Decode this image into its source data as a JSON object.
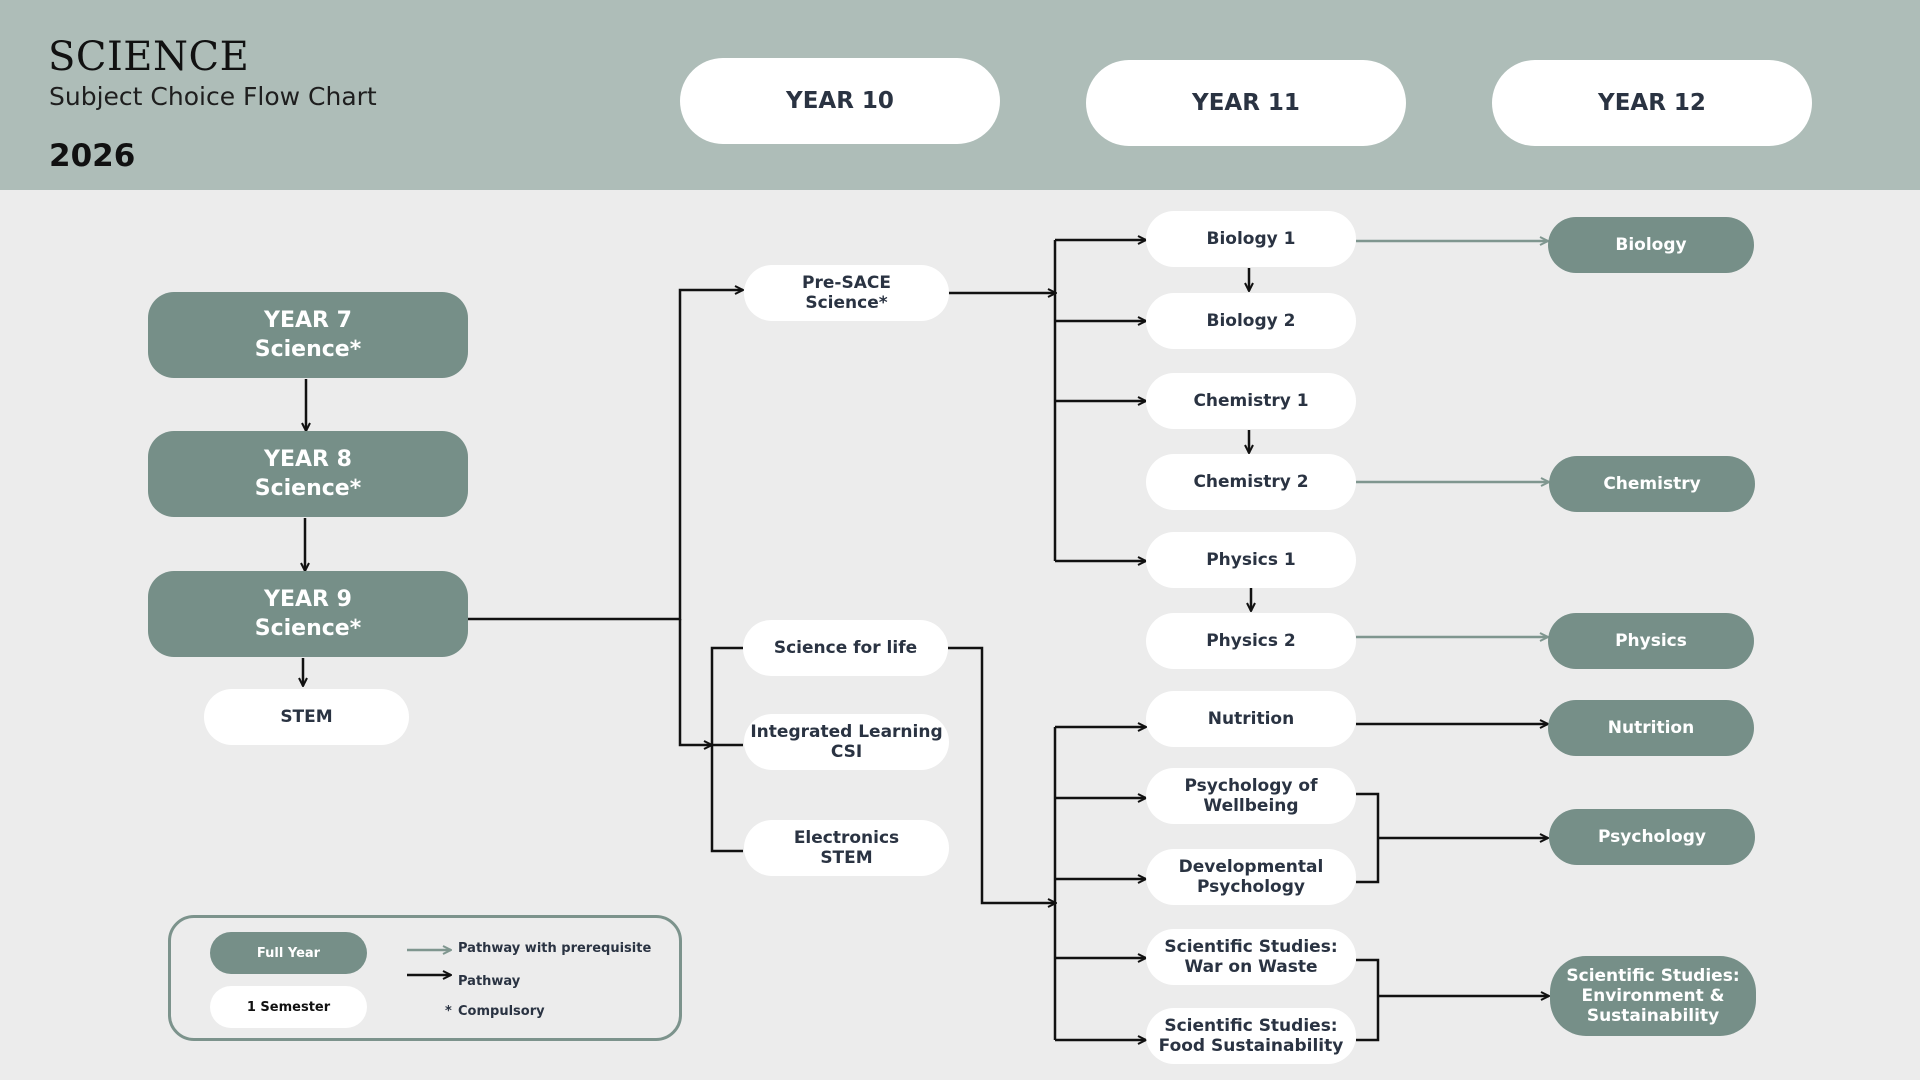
{
  "header": {
    "title": "SCIENCE",
    "subtitle": "Subject Choice Flow Chart",
    "year": "2026"
  },
  "columns": [
    "YEAR 10",
    "YEAR 11",
    "YEAR 12"
  ],
  "junior": [
    {
      "label": "YEAR 7\nScience*"
    },
    {
      "label": "YEAR 8\nScience*"
    },
    {
      "label": "YEAR 9\nScience*"
    },
    {
      "label": "STEM"
    }
  ],
  "year10": [
    {
      "label": "Pre-SACE\nScience*"
    },
    {
      "label": "Science for life"
    },
    {
      "label": "Integrated Learning\nCSI"
    },
    {
      "label": "Electronics\nSTEM"
    }
  ],
  "year11": [
    {
      "label": "Biology 1"
    },
    {
      "label": "Biology 2"
    },
    {
      "label": "Chemistry 1"
    },
    {
      "label": "Chemistry 2"
    },
    {
      "label": "Physics 1"
    },
    {
      "label": "Physics 2"
    },
    {
      "label": "Nutrition"
    },
    {
      "label": "Psychology of\nWellbeing"
    },
    {
      "label": "Developmental\nPsychology"
    },
    {
      "label": "Scientific Studies:\nWar on Waste"
    },
    {
      "label": "Scientific Studies:\nFood Sustainability"
    }
  ],
  "year12": [
    {
      "label": "Biology"
    },
    {
      "label": "Chemistry"
    },
    {
      "label": "Physics"
    },
    {
      "label": "Nutrition"
    },
    {
      "label": "Psychology"
    },
    {
      "label": "Scientific Studies:\nEnvironment &\nSustainability"
    }
  ],
  "legend": {
    "full_year": "Full Year",
    "semester": "1 Semester",
    "prereq": "Pathway with prerequisite",
    "pathway": "Pathway",
    "compulsory_mark": "*",
    "compulsory": "Compulsory"
  },
  "colors": {
    "header_bg": "#aebdb8",
    "page_bg": "#ececec",
    "full_year": "#768f88",
    "semester": "#ffffff",
    "pathway": "#111111",
    "prerequisite": "#7f968f"
  }
}
